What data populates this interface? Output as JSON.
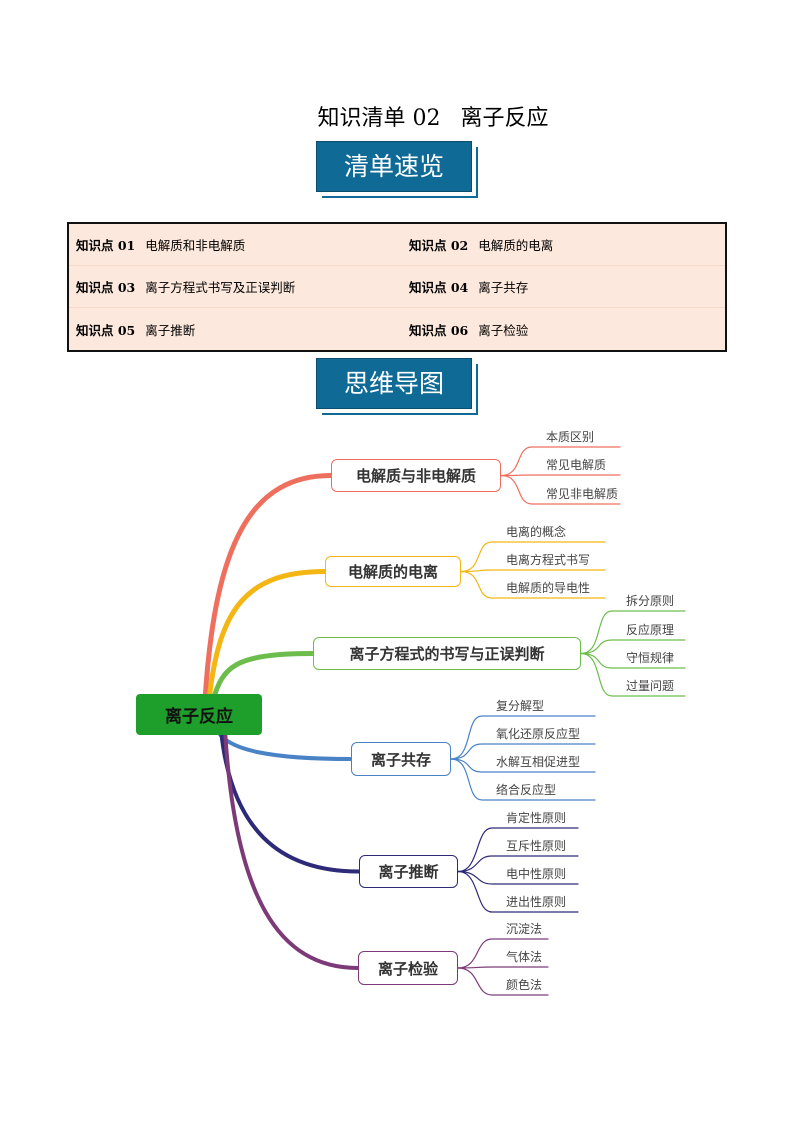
{
  "header": {
    "title_a": "知识清单 02",
    "title_b": "离子反应"
  },
  "section1": {
    "label": "清单速览"
  },
  "knowledge_points": [
    {
      "num": "知识点 01",
      "text": "电解质和非电解质"
    },
    {
      "num": "知识点 02",
      "text": "电解质的电离"
    },
    {
      "num": "知识点 03",
      "text": "离子方程式书写及正误判断"
    },
    {
      "num": "知识点 04",
      "text": "离子共存"
    },
    {
      "num": "知识点 05",
      "text": "离子推断"
    },
    {
      "num": "知识点 06",
      "text": "离子检验"
    }
  ],
  "section2": {
    "label": "思维导图"
  },
  "mindmap": {
    "root": {
      "label": "离子反应",
      "color": "#1e9e2a"
    },
    "branches": [
      {
        "label": "电解质与非电解质",
        "color": "#ef6f5e",
        "leaves": [
          "本质区别",
          "常见电解质",
          "常见非电解质"
        ]
      },
      {
        "label": "电解质的电离",
        "color": "#f3b612",
        "leaves": [
          "电离的概念",
          "电离方程式书写",
          "电解质的导电性"
        ]
      },
      {
        "label": "离子方程式的书写与正误判断",
        "color": "#6cbd4c",
        "leaves": [
          "拆分原则",
          "反应原理",
          "守恒规律",
          "过量问题"
        ]
      },
      {
        "label": "离子共存",
        "color": "#4a82c6",
        "leaves": [
          "复分解型",
          "氧化还原反应型",
          "水解互相促进型",
          "络合反应型"
        ]
      },
      {
        "label": "离子推断",
        "color": "#2d2a78",
        "leaves": [
          "肯定性原则",
          "互斥性原则",
          "电中性原则",
          "进出性原则"
        ]
      },
      {
        "label": "离子检验",
        "color": "#7c3a78",
        "leaves": [
          "沉淀法",
          "气体法",
          "颜色法"
        ]
      }
    ]
  }
}
